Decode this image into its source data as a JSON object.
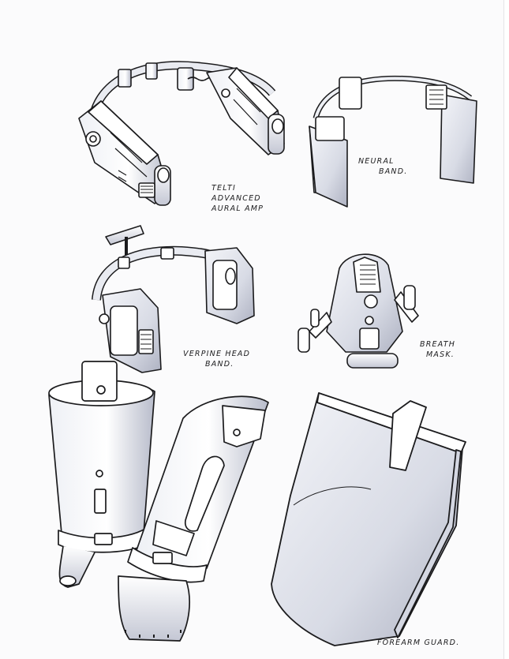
{
  "labels": {
    "aural_amp": [
      "TELTI",
      "ADVANCED",
      "AURAL AMP"
    ],
    "neural_band": [
      "NEURAL",
      "BAND."
    ],
    "verpine_head_band": [
      "VERPINE HEAD",
      "BAND."
    ],
    "breath_mask": [
      "BREATH",
      "MASK."
    ],
    "forearm_guard": [
      "FOREARM GUARD."
    ]
  },
  "colors": {
    "ink": "#1b1b1d",
    "marker_shade": "#b9bccb",
    "marker_light": "#dcdee8",
    "paper": "#fbfbfc"
  }
}
